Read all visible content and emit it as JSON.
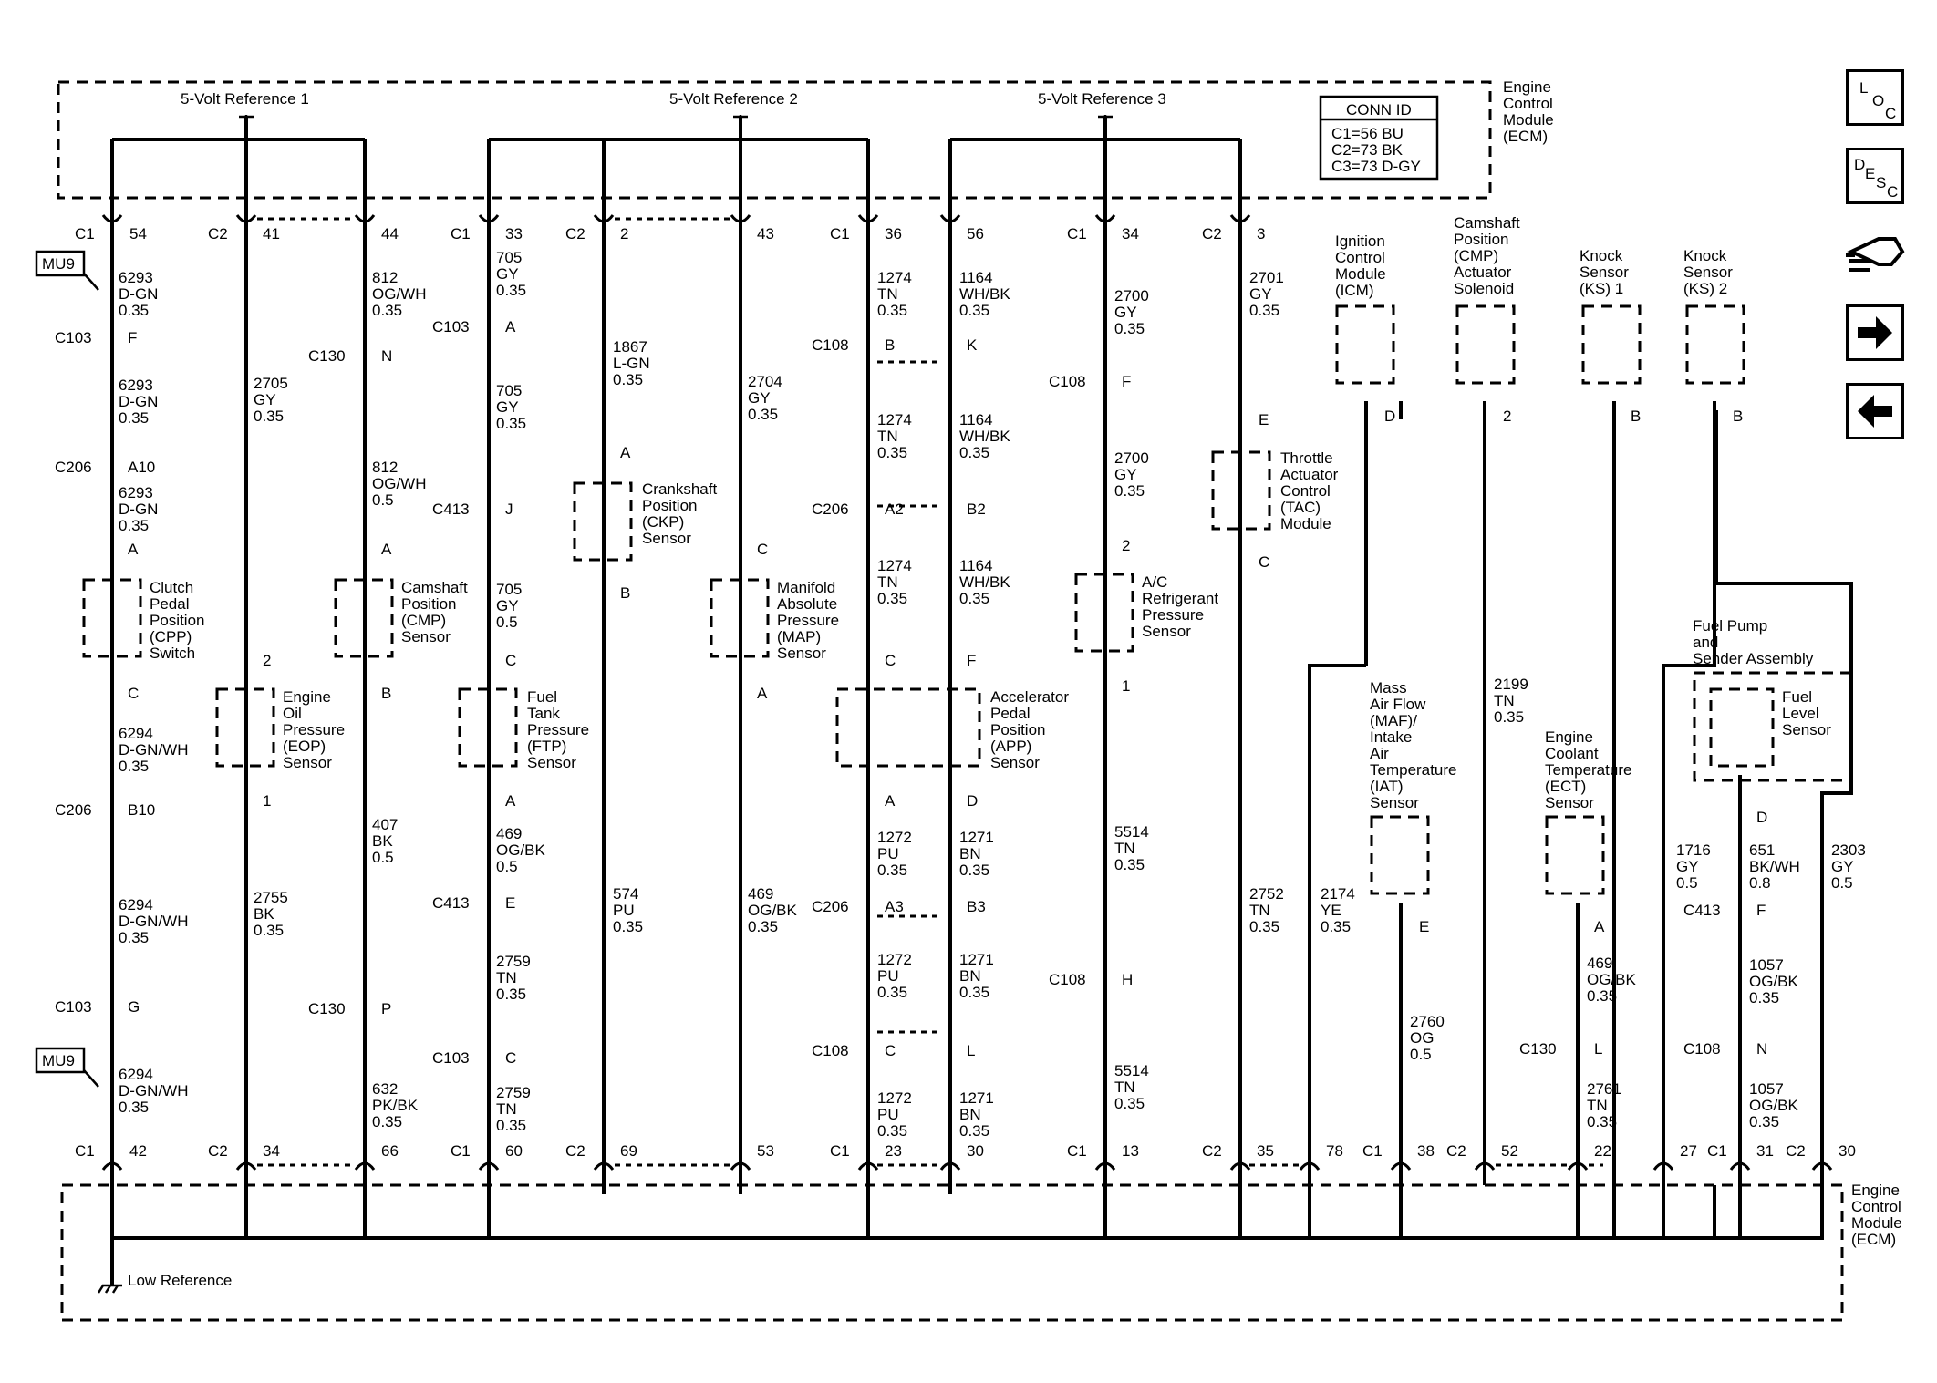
{
  "ecm_top": {
    "title_lines": [
      "Engine",
      "Control",
      "Module",
      "(ECM)"
    ]
  },
  "ecm_bottom": {
    "title_lines": [
      "Engine",
      "Control",
      "Module",
      "(ECM)"
    ],
    "ground_label": "Low Reference"
  },
  "references": [
    "5-Volt Reference 1",
    "5-Volt Reference 2",
    "5-Volt Reference 3"
  ],
  "conn_id": {
    "title": "CONN ID",
    "lines": [
      "C1=56 BU",
      "C2=73 BK",
      "C3=73 D-GY"
    ]
  },
  "mu9_badge": "MU9",
  "nav": {
    "loc": [
      "L",
      "O",
      "C"
    ],
    "desc": [
      "D",
      "E",
      "S",
      "C"
    ]
  },
  "components": {
    "cpp": [
      "Clutch",
      "Pedal",
      "Position",
      "(CPP)",
      "Switch"
    ],
    "eop": [
      "Engine",
      "Oil",
      "Pressure",
      "(EOP)",
      "Sensor"
    ],
    "cmp": [
      "Camshaft",
      "Position",
      "(CMP)",
      "Sensor"
    ],
    "ftp": [
      "Fuel",
      "Tank",
      "Pressure",
      "(FTP)",
      "Sensor"
    ],
    "ckp": [
      "Crankshaft",
      "Position",
      "(CKP)",
      "Sensor"
    ],
    "map": [
      "Manifold",
      "Absolute",
      "Pressure",
      "(MAP)",
      "Sensor"
    ],
    "app": [
      "Accelerator",
      "Pedal",
      "Position",
      "(APP)",
      "Sensor"
    ],
    "acr": [
      "A/C",
      "Refrigerant",
      "Pressure",
      "Sensor"
    ],
    "tac": [
      "Throttle",
      "Actuator",
      "Control",
      "(TAC)",
      "Module"
    ],
    "icm": [
      "Ignition",
      "Control",
      "Module",
      "(ICM)"
    ],
    "cmp_sol": [
      "Camshaft",
      "Position",
      "(CMP)",
      "Actuator",
      "Solenoid"
    ],
    "ks1": [
      "Knock",
      "Sensor",
      "(KS) 1"
    ],
    "ks2": [
      "Knock",
      "Sensor",
      "(KS) 2"
    ],
    "maf": [
      "Mass",
      "Air Flow",
      "(MAF)/",
      "Intake",
      "Air",
      "Temperature",
      "(IAT)",
      "Sensor"
    ],
    "ect": [
      "Engine",
      "Coolant",
      "Temperature",
      "(ECT)",
      "Sensor"
    ],
    "fuel_pump": [
      "Fuel Pump",
      "and",
      "Sender Assembly"
    ],
    "fuel_level": [
      "Fuel",
      "Level",
      "Sensor"
    ]
  },
  "wires": {
    "w6293a": [
      "6293",
      "D-GN",
      "0.35"
    ],
    "w6293b": [
      "6293",
      "D-GN",
      "0.35"
    ],
    "w6293c": [
      "6293",
      "D-GN",
      "0.35"
    ],
    "w6294a": [
      "6294",
      "D-GN/WH",
      "0.35"
    ],
    "w6294b": [
      "6294",
      "D-GN/WH",
      "0.35"
    ],
    "w6294c": [
      "6294",
      "D-GN/WH",
      "0.35"
    ],
    "w2705": [
      "2705",
      "GY",
      "0.35"
    ],
    "w2755": [
      "2755",
      "BK",
      "0.35"
    ],
    "w812a": [
      "812",
      "OG/WH",
      "0.35"
    ],
    "w812b": [
      "812",
      "OG/WH",
      "0.5"
    ],
    "w407": [
      "407",
      "BK",
      "0.5"
    ],
    "w632": [
      "632",
      "PK/BK",
      "0.35"
    ],
    "w705a": [
      "705",
      "GY",
      "0.35"
    ],
    "w705b": [
      "705",
      "GY",
      "0.35"
    ],
    "w705c": [
      "705",
      "GY",
      "0.5"
    ],
    "w469a": [
      "469",
      "OG/BK",
      "0.5"
    ],
    "w2759a": [
      "2759",
      "TN",
      "0.35"
    ],
    "w2759b": [
      "2759",
      "TN",
      "0.35"
    ],
    "w1867": [
      "1867",
      "L-GN",
      "0.35"
    ],
    "w574": [
      "574",
      "PU",
      "0.35"
    ],
    "w2704": [
      "2704",
      "GY",
      "0.35"
    ],
    "w469b": [
      "469",
      "OG/BK",
      "0.35"
    ],
    "w1274a": [
      "1274",
      "TN",
      "0.35"
    ],
    "w1274b": [
      "1274",
      "TN",
      "0.35"
    ],
    "w1274c": [
      "1274",
      "TN",
      "0.35"
    ],
    "w1164a": [
      "1164",
      "WH/BK",
      "0.35"
    ],
    "w1164b": [
      "1164",
      "WH/BK",
      "0.35"
    ],
    "w1164c": [
      "1164",
      "WH/BK",
      "0.35"
    ],
    "w1272a": [
      "1272",
      "PU",
      "0.35"
    ],
    "w1272b": [
      "1272",
      "PU",
      "0.35"
    ],
    "w1272c": [
      "1272",
      "PU",
      "0.35"
    ],
    "w1271a": [
      "1271",
      "BN",
      "0.35"
    ],
    "w1271b": [
      "1271",
      "BN",
      "0.35"
    ],
    "w1271c": [
      "1271",
      "BN",
      "0.35"
    ],
    "w2700a": [
      "2700",
      "GY",
      "0.35"
    ],
    "w2700b": [
      "2700",
      "GY",
      "0.35"
    ],
    "w5514a": [
      "5514",
      "TN",
      "0.35"
    ],
    "w5514b": [
      "5514",
      "TN",
      "0.35"
    ],
    "w2701": [
      "2701",
      "GY",
      "0.35"
    ],
    "w2752": [
      "2752",
      "TN",
      "0.35"
    ],
    "w2174": [
      "2174",
      "YE",
      "0.35"
    ],
    "w2760": [
      "2760",
      "OG",
      "0.5"
    ],
    "w2199": [
      "2199",
      "TN",
      "0.35"
    ],
    "w469c": [
      "469",
      "OG/BK",
      "0.35"
    ],
    "w2761": [
      "2761",
      "TN",
      "0.35"
    ],
    "w1716": [
      "1716",
      "GY",
      "0.5"
    ],
    "w651": [
      "651",
      "BK/WH",
      "0.8"
    ],
    "w1057a": [
      "1057",
      "OG/BK",
      "0.35"
    ],
    "w1057b": [
      "1057",
      "OG/BK",
      "0.35"
    ],
    "w2303": [
      "2303",
      "GY",
      "0.5"
    ]
  },
  "labels": {
    "C1": "C1",
    "C2": "C2",
    "C103": "C103",
    "C206": "C206",
    "C130": "C130",
    "C413": "C413",
    "C108": "C108",
    "p54": "54",
    "p41": "41",
    "p44": "44",
    "p33": "33",
    "p2": "2",
    "p43": "43",
    "p36": "36",
    "p56": "56",
    "p34": "34",
    "p3": "3",
    "p42": "42",
    "p34b": "34",
    "p66": "66",
    "p60": "60",
    "p69": "69",
    "p53": "53",
    "p23": "23",
    "p30": "30",
    "p13": "13",
    "p35": "35",
    "p78": "78",
    "p38": "38",
    "p52": "52",
    "p22": "22",
    "p27": "27",
    "p31": "31",
    "p30b": "30",
    "F": "F",
    "A10": "A10",
    "A": "A",
    "B": "B",
    "C": "C",
    "D": "D",
    "E": "E",
    "G": "G",
    "H": "H",
    "J": "J",
    "K": "K",
    "L": "L",
    "N": "N",
    "P": "P",
    "B10": "B10",
    "A2": "A2",
    "B2": "B2",
    "A3": "A3",
    "B3": "B3",
    "n1": "1",
    "n2": "2"
  }
}
